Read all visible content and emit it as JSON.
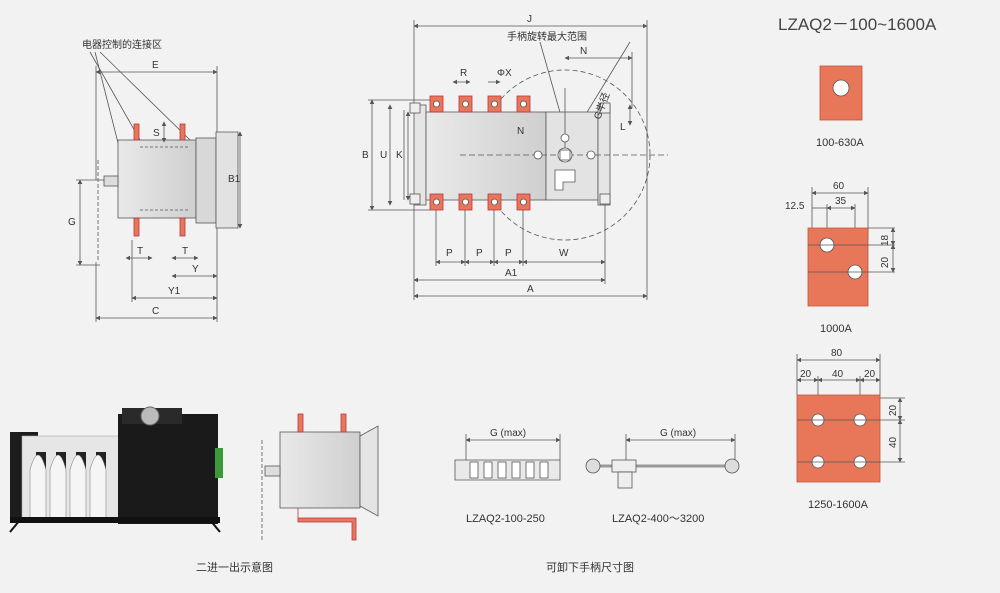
{
  "title": "LZAQ2－100~1600A",
  "side_view": {
    "callout": "电器控制的连接区",
    "dims": {
      "E": "E",
      "S": "S",
      "B1": "B1",
      "G": "G",
      "T1": "T",
      "T2": "T",
      "Y": "Y",
      "Y1": "Y1",
      "C": "C"
    }
  },
  "front_view": {
    "handle_range": "手柄旋转最大范围",
    "g_radius": "G半径",
    "dims": {
      "J": "J",
      "N_top": "N",
      "R": "R",
      "phiX": "ΦX",
      "N_body": "N",
      "L": "L",
      "B": "B",
      "U": "U",
      "K": "K",
      "P1": "P",
      "P2": "P",
      "P3": "P",
      "W": "W",
      "A1": "A1",
      "A": "A"
    }
  },
  "terminals": {
    "t1": {
      "label": "100-630A"
    },
    "t2": {
      "label": "1000A",
      "dims": {
        "w60": "60",
        "w35": "35",
        "w12_5": "12.5",
        "h18": "18",
        "h20": "20"
      }
    },
    "t3": {
      "label": "1250-1600A",
      "dims": {
        "w80": "80",
        "a20": "20",
        "a40": "40",
        "b20": "20",
        "h20": "20",
        "h40": "40"
      }
    }
  },
  "bottom": {
    "caption_left": "二进一出示意图",
    "caption_right": "可卸下手柄尺寸图",
    "handle1": {
      "dim": "G (max)",
      "label": "LZAQ2-100-250"
    },
    "handle2": {
      "dim": "G (max)",
      "label": "LZAQ2-400～3200"
    }
  },
  "colors": {
    "copper": "#e8775a",
    "copper_dark": "#c0533a",
    "body": "#dcdcdc",
    "line": "#555555"
  }
}
